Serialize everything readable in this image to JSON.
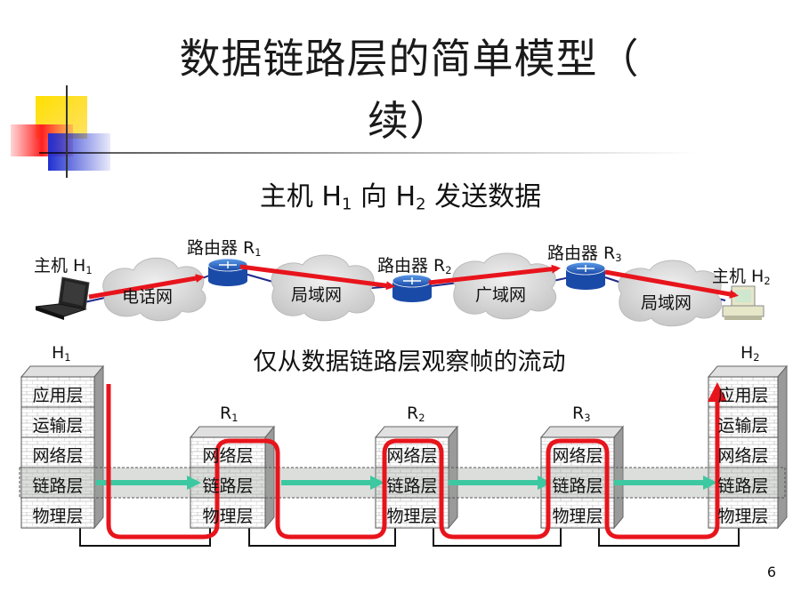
{
  "title_line1": "数据链路层的简单模型（",
  "title_line2": "续）",
  "subtitle": {
    "prefix": "主机 H",
    "sub1": "1",
    "middle": " 向 H",
    "sub2": "2",
    "suffix": " 发送数据"
  },
  "network": {
    "host1": {
      "label": "主机 H",
      "sub": "1"
    },
    "host2": {
      "label": "主机 H",
      "sub": "2"
    },
    "router1": {
      "label": "路由器 R",
      "sub": "1"
    },
    "router2": {
      "label": "路由器 R",
      "sub": "2"
    },
    "router3": {
      "label": "路由器 R",
      "sub": "3"
    },
    "clouds": [
      "电话网",
      "局域网",
      "广域网",
      "局域网"
    ]
  },
  "caption": "仅从数据链路层观察帧的流动",
  "stacks": {
    "h1": {
      "label": "H",
      "sub": "1"
    },
    "h2": {
      "label": "H",
      "sub": "2"
    },
    "r1": {
      "label": "R",
      "sub": "1"
    },
    "r2": {
      "label": "R",
      "sub": "2"
    },
    "r3": {
      "label": "R",
      "sub": "3"
    }
  },
  "host_layers": [
    "应用层",
    "运输层",
    "网络层",
    "链路层",
    "物理层"
  ],
  "router_layers": [
    "网络层",
    "链路层",
    "物理层"
  ],
  "page_number": "6",
  "colors": {
    "flow_red": "#e8141c",
    "link_arrow": "#3cc8a0",
    "network_arrow": "#e8141c",
    "router_blue": "#2a66c8",
    "cloud": "#d4d4d4"
  }
}
